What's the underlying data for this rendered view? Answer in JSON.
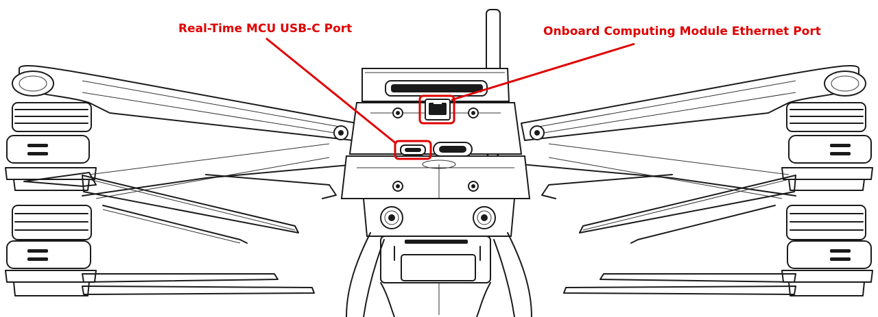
{
  "callouts": {
    "usb_c": {
      "label": "Real-Time MCU USB-C Port",
      "color": "#e00000"
    },
    "ethernet": {
      "label": "Onboard Computing Module Ethernet Port",
      "color": "#e00000"
    }
  },
  "icons": [
    "drone-illustration",
    "usb-c-port-icon",
    "ethernet-port-icon"
  ]
}
